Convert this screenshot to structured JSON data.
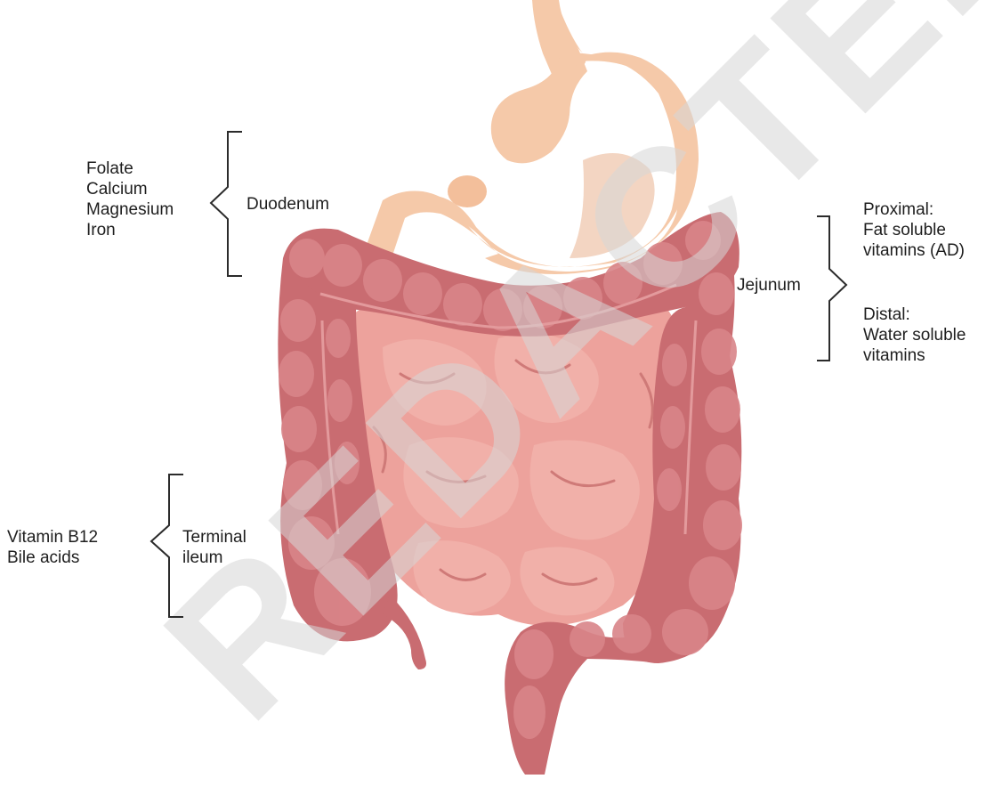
{
  "watermark_text": "REDACTED",
  "colors": {
    "stomach": "#f5c9a9",
    "stomach_shade": "#eab38f",
    "colon": "#c96c71",
    "colon_light": "#d98589",
    "colon_dark": "#a8525a",
    "small_intestine": "#eda29c",
    "small_intestine_dark": "#cf7a78",
    "bracket": "#2b2b2b",
    "watermark": "#d7d7d7"
  },
  "annotations": {
    "duodenum": {
      "region": "Duodenum",
      "nutrients": [
        "Folate",
        "Calcium",
        "Magnesium",
        "Iron"
      ]
    },
    "jejunum": {
      "region": "Jejunum",
      "proximal": [
        "Proximal:",
        "Fat soluble",
        "vitamins (AD)"
      ],
      "distal": [
        "Distal:",
        "Water soluble",
        "vitamins"
      ]
    },
    "terminal_ileum": {
      "region": [
        "Terminal",
        "ileum"
      ],
      "nutrients": [
        "Vitamin B12",
        "Bile acids"
      ]
    }
  }
}
